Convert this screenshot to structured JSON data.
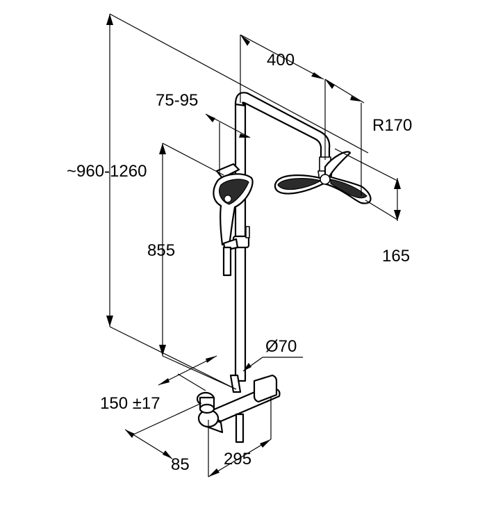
{
  "dimensions": {
    "height_range": "~960-1260",
    "rod_height": "855",
    "rail_reach": "400",
    "holder_adjust": "75-95",
    "head_radius": "R170",
    "head_height": "165",
    "rail_diameter": "Ø70",
    "inlet_centers": "150 ±17",
    "wall_offset": "85",
    "mixer_width": "295"
  },
  "colors": {
    "line": "#000000",
    "background": "#ffffff",
    "dark_fill": "#2b2b2b"
  }
}
